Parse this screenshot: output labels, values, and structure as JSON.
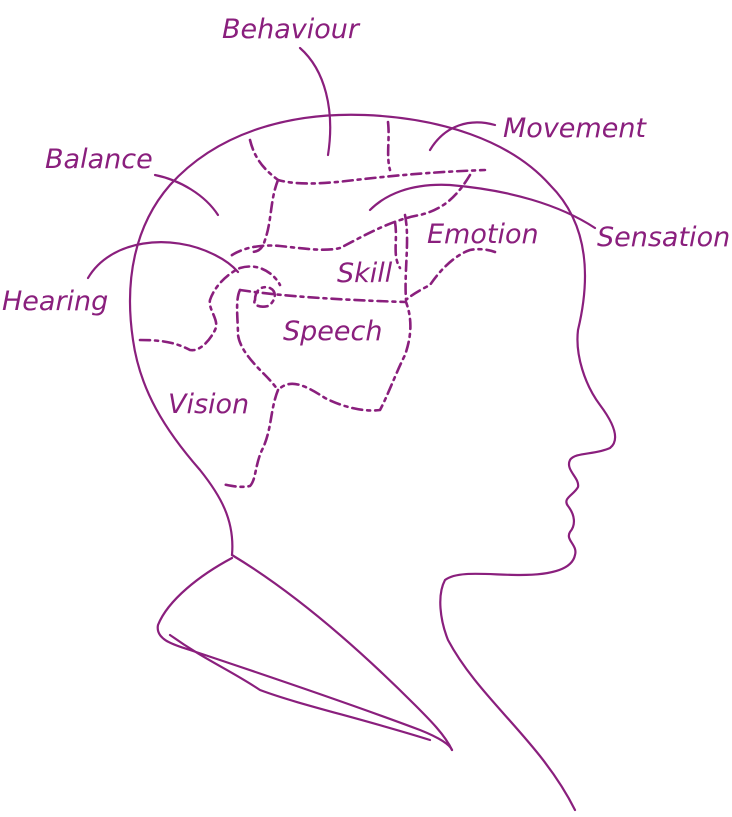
{
  "diagram": {
    "outside_labels": {
      "behaviour": "Behaviour",
      "movement": "Movement",
      "balance": "Balance",
      "sensation": "Sensation",
      "hearing": "Hearing"
    },
    "inside_labels": {
      "emotion": "Emotion",
      "skill": "Skill",
      "speech": "Speech",
      "vision": "Vision"
    },
    "colors": {
      "line": "#8a1f7d",
      "background": "#ffffff"
    }
  }
}
